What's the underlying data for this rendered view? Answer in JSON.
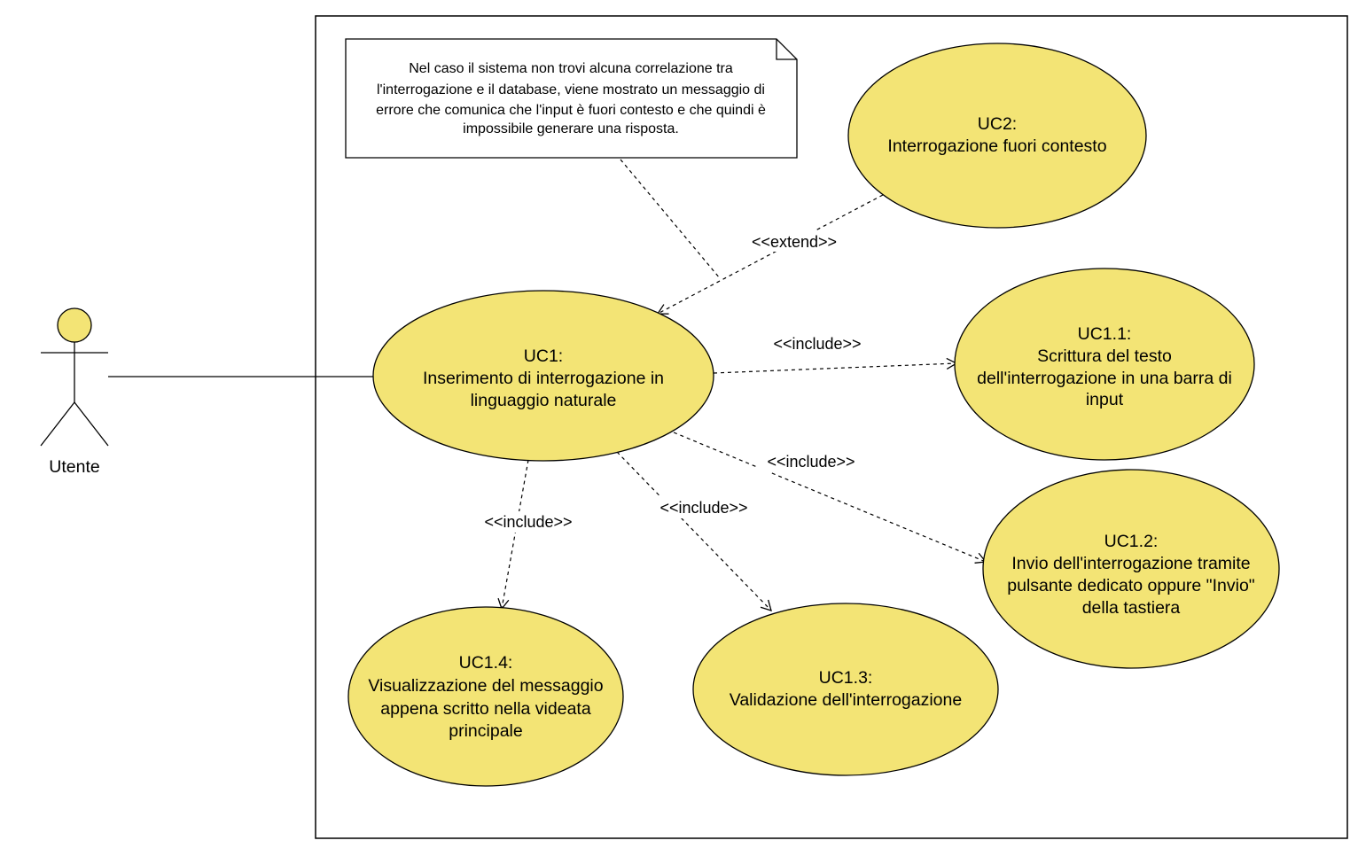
{
  "actor": {
    "name": "Utente",
    "fill": "#f3e475"
  },
  "colors": {
    "usecase_fill": "#f3e475",
    "line": "#000000",
    "background": "#ffffff"
  },
  "note": {
    "lines": [
      "Nel caso il sistema non trovi alcuna correlazione tra",
      "l'interrogazione e il database, viene mostrato un messaggio di",
      "errore che comunica che l'input è fuori contesto e che quindi è",
      "impossibile generare una risposta."
    ]
  },
  "use_cases": {
    "uc1": {
      "lines": [
        "UC1:",
        "Inserimento di interrogazione in",
        "linguaggio naturale"
      ]
    },
    "uc2": {
      "lines": [
        "UC2:",
        "Interrogazione fuori contesto"
      ]
    },
    "uc1_1": {
      "lines": [
        "UC1.1:",
        "Scrittura del testo",
        "dell'interrogazione in una barra di",
        "input"
      ]
    },
    "uc1_2": {
      "lines": [
        "UC1.2:",
        "Invio dell'interrogazione tramite",
        "pulsante dedicato oppure \"Invio\"",
        "della tastiera"
      ]
    },
    "uc1_3": {
      "lines": [
        "UC1.3:",
        "Validazione dell'interrogazione"
      ]
    },
    "uc1_4": {
      "lines": [
        "UC1.4:",
        "Visualizzazione del messaggio",
        "appena scritto nella videata",
        "principale"
      ]
    }
  },
  "relations": {
    "extend": "<<extend>>",
    "include_uc1_1": "<<include>>",
    "include_uc1_2": "<<include>>",
    "include_uc1_3": "<<include>>",
    "include_uc1_4": "<<include>>"
  }
}
